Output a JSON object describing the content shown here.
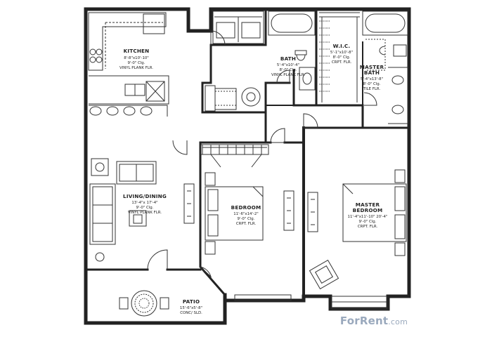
{
  "rooms": {
    "kitchen": {
      "name": "KITCHEN",
      "lines": [
        "8'-8\"x10'-10\"",
        "9'-0\" Clg.",
        "VINYL PLANK FLR."
      ]
    },
    "bath": {
      "name": "BATH",
      "lines": [
        "5'-4\"x10'-4\"",
        "8'-0\" Clg.",
        "VINYL PLANK FLR."
      ]
    },
    "wic": {
      "name": "W.I.C.",
      "lines": [
        "5'-1\"x10'-8\"",
        "8'-0\" Clg.",
        "CRPT. FLR."
      ]
    },
    "master_bath": {
      "name": "MASTER",
      "name2": "BATH",
      "lines": [
        "5'-4\"x13'-8\"",
        "8'-0\" Clg.",
        "TILE FLR."
      ]
    },
    "living_dining": {
      "name": "LIVING/DINING",
      "lines": [
        "13'-4\"x 17'-4\"",
        "9'-0\" Clg.",
        "VINYL PLANK FLR."
      ]
    },
    "bedroom": {
      "name": "BEDROOM",
      "lines": [
        "11'-6\"x14'-2\"",
        "9'-0\" Clg.",
        "CRPT. FLR."
      ]
    },
    "master_bedroom": {
      "name": "MASTER",
      "name2": "BEDROOM",
      "lines": [
        "11'-4\"x11'-10\" 20'-4\"",
        "9'-0\" Clg.",
        "CRPT. FLR."
      ]
    },
    "patio": {
      "name": "PATIO",
      "lines": [
        "15'-6\"x5'-8\"",
        "CONC/ SLD."
      ]
    }
  },
  "watermark": {
    "brand": "ForRent",
    "suffix": ".com"
  },
  "colors": {
    "wall": "#222222",
    "line": "#333333",
    "watermark": "#9aa9bd"
  }
}
